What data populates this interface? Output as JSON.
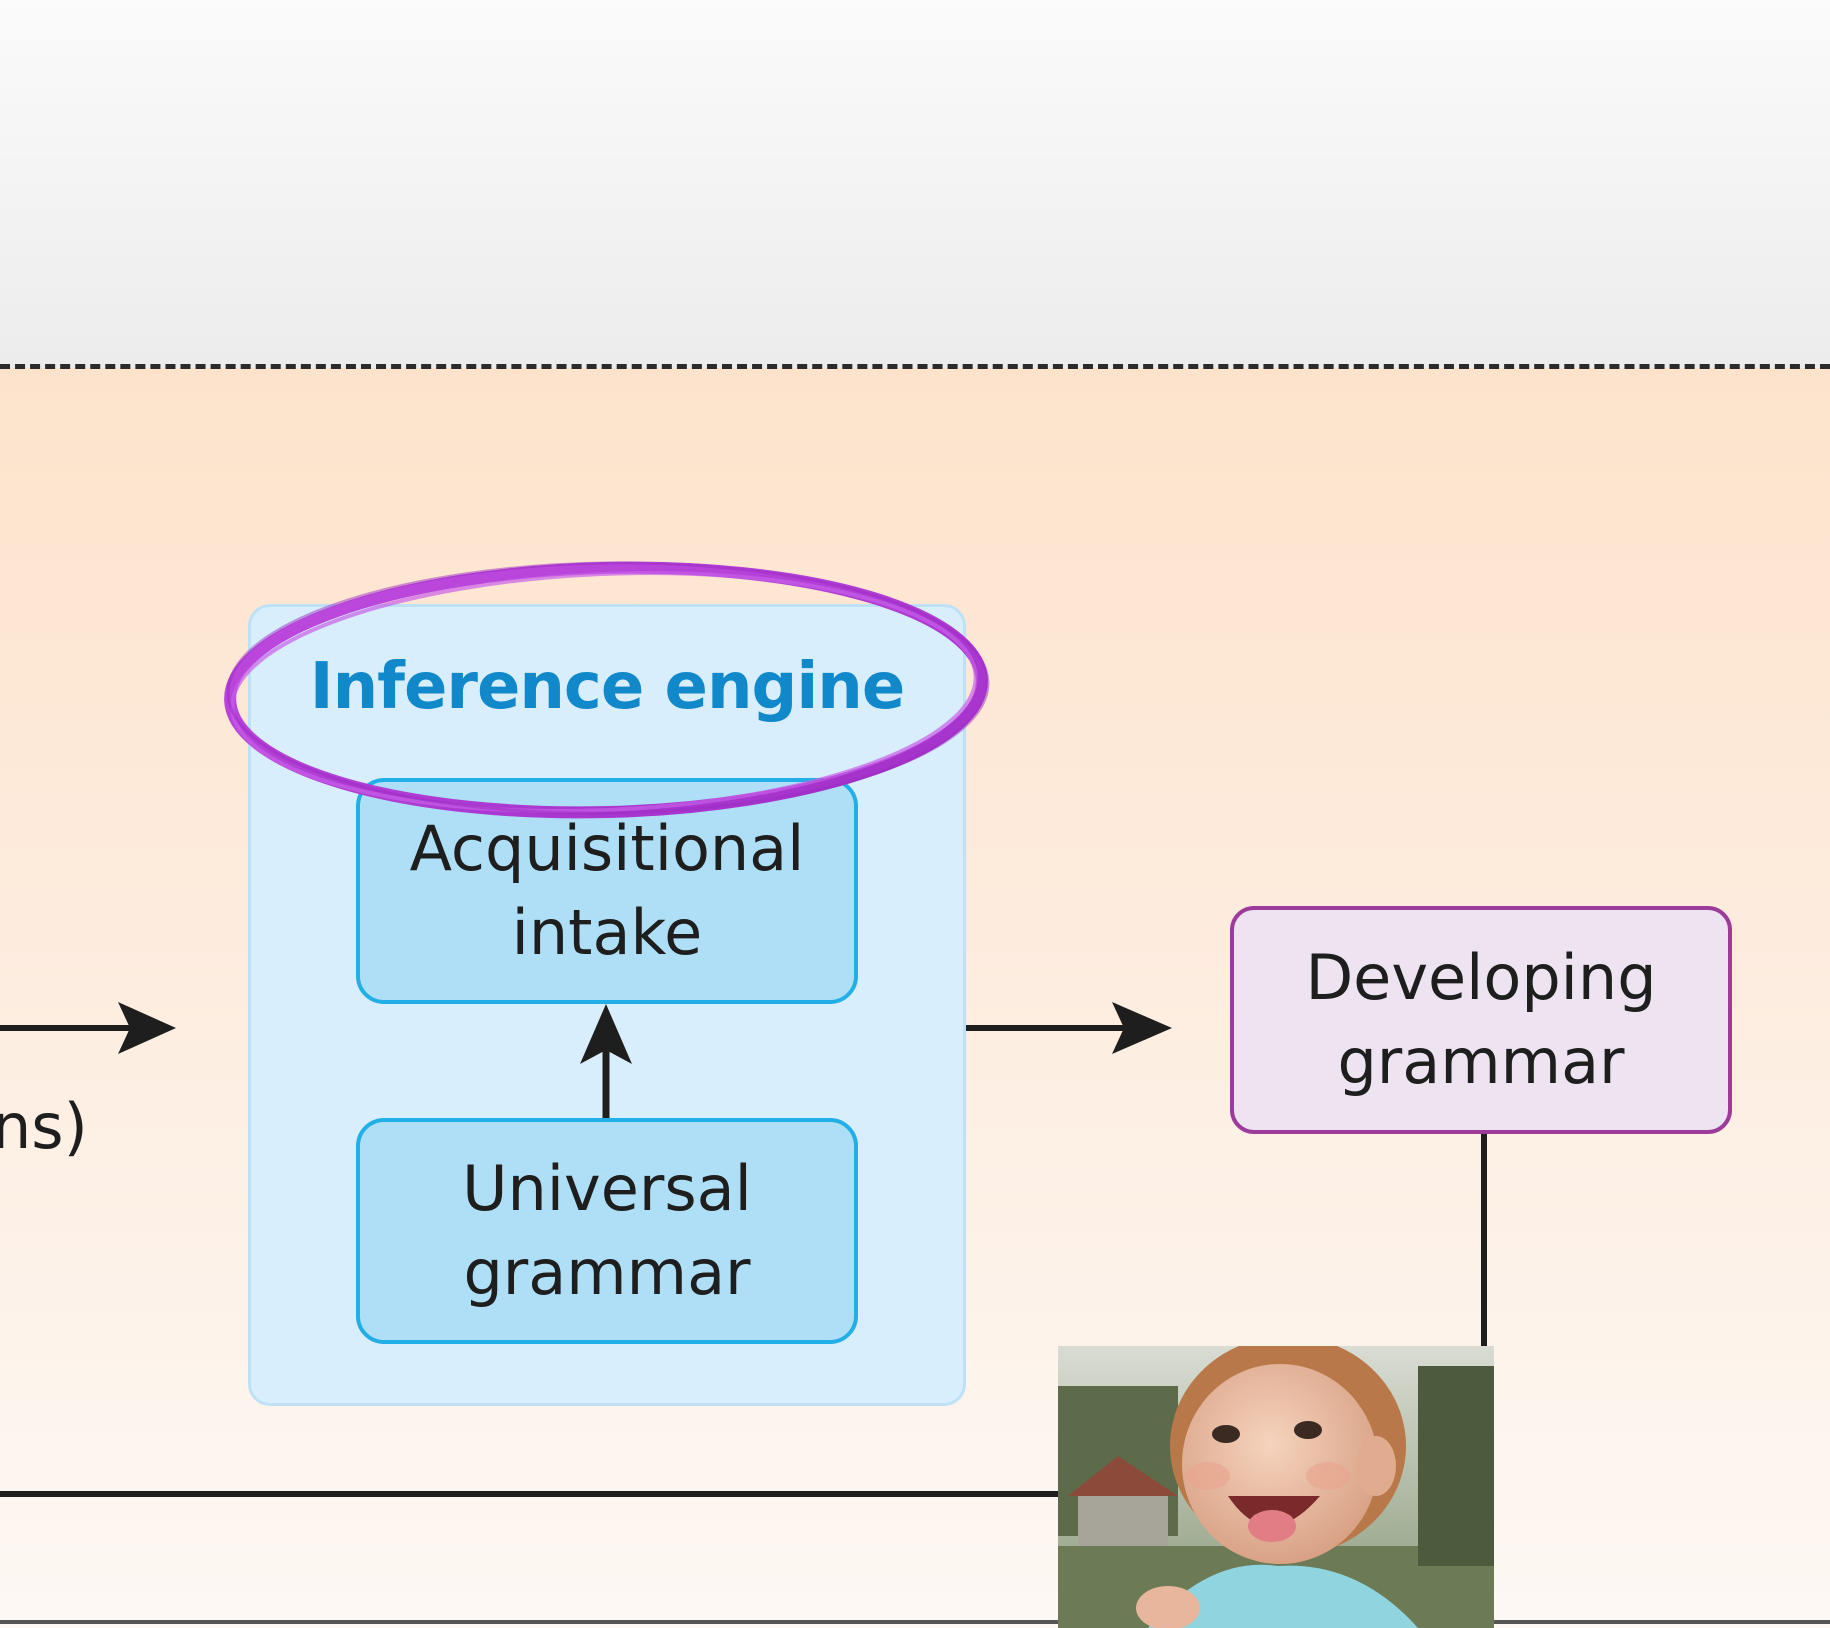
{
  "diagram": {
    "engine": {
      "title": "Inference engine",
      "acquisitional_intake": "Acquisitional\nintake",
      "universal_grammar": "Universal\ngrammar"
    },
    "developing_grammar": "Developing\ngrammar",
    "partial_label": "ns)"
  },
  "colors": {
    "engine_title": "#1188c9",
    "engine_panel": "#d9eefc",
    "inner_box": "#afdff7",
    "inner_border": "#22aee6",
    "grammar_fill": "#ede3f1",
    "grammar_border": "#9c3b9a",
    "highlight_ellipse": "#b23fd6",
    "arrows": "#1e1e1e"
  },
  "icons": {
    "photo": "smiling-toddler-photo"
  }
}
